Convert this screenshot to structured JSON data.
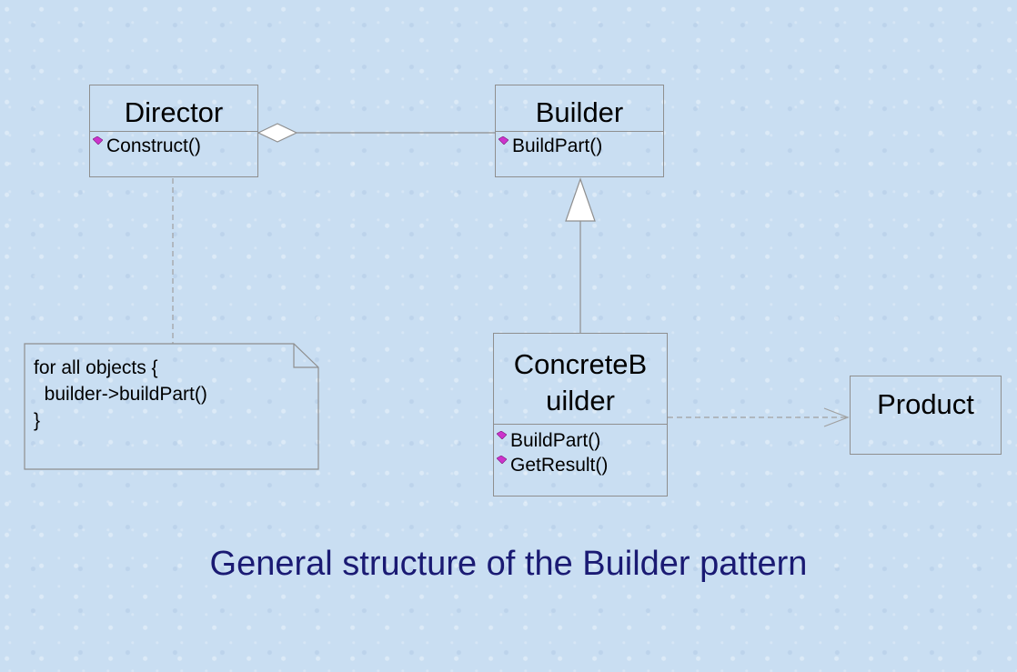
{
  "classes": {
    "director": {
      "name": "Director",
      "operations": [
        "Construct()"
      ]
    },
    "builder": {
      "name": "Builder",
      "operations": [
        "BuildPart()"
      ]
    },
    "concrete_builder": {
      "name_line1": "ConcreteB",
      "name_line2": "uilder",
      "operations": [
        "BuildPart()",
        "GetResult()"
      ]
    },
    "product": {
      "name": "Product"
    }
  },
  "note": {
    "text": "for all objects {\n  builder->buildPart()\n}"
  },
  "caption": "General structure of the Builder pattern",
  "colors": {
    "background": "#c9def2",
    "line": "#8f8f8f",
    "caption": "#1a1a73",
    "operation_icon": "#cc33cc"
  },
  "icons": {
    "operation": "magenta-diamond-operation-icon"
  }
}
